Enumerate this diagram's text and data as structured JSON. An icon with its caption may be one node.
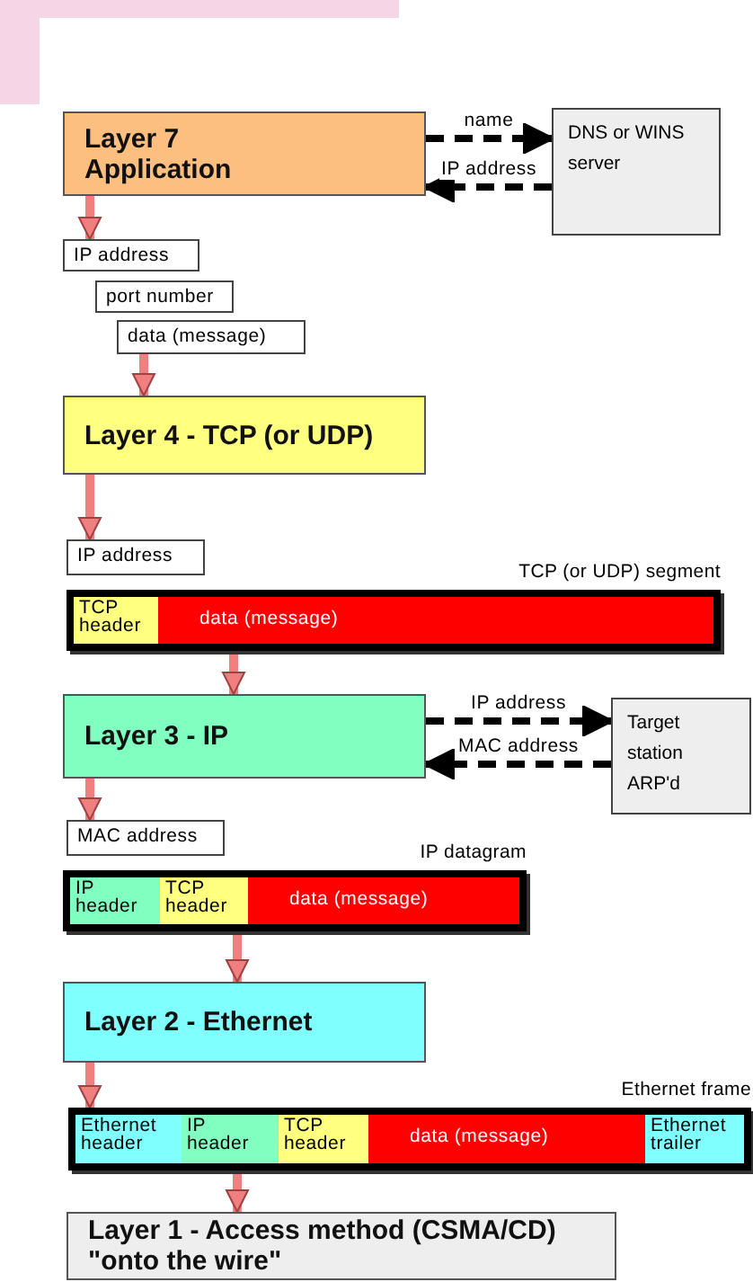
{
  "diagram": {
    "nodes": [
      {
        "text": [
          "Layer 7 Application"
        ]
      },
      {
        "text": [
          "DNS or WINS server"
        ]
      },
      {
        "text": [
          "IP address"
        ]
      },
      {
        "text": [
          "port number"
        ]
      },
      {
        "text": [
          "data (message)"
        ]
      },
      {
        "text": [
          "Layer 4 - TCP (or UDP)"
        ]
      },
      {
        "text": [
          "IP address"
        ]
      },
      {
        "text": [],
        "shape": "bar",
        "beside": [
          "TCP (or UDP) segment"
        ]
      },
      {
        "text": [
          "TCP header"
        ],
        "in": 7
      },
      {
        "text": [
          "data (message)"
        ],
        "in": 7
      },
      {
        "text": [
          "Layer 3 - IP"
        ]
      },
      {
        "text": [
          "Target station ARP'd"
        ]
      },
      {
        "text": [
          "MAC address"
        ]
      },
      {
        "text": [],
        "shape": "bar",
        "beside": [
          "IP datagram"
        ]
      },
      {
        "text": [
          "IP header"
        ],
        "in": 13
      },
      {
        "text": [
          "TCP header"
        ],
        "in": 13
      },
      {
        "text": [
          "data (message)"
        ],
        "in": 13
      },
      {
        "text": [
          "Layer 2 - Ethernet"
        ]
      },
      {
        "text": [],
        "shape": "bar",
        "beside": [
          "Ethernet frame"
        ]
      },
      {
        "text": [
          "Ethernet header"
        ],
        "in": 18
      },
      {
        "text": [
          "IP header"
        ],
        "in": 18
      },
      {
        "text": [
          "TCP header"
        ],
        "in": 18
      },
      {
        "text": [
          "data (message)"
        ],
        "in": 18
      },
      {
        "text": [
          "Ethernet trailer"
        ],
        "in": 18
      },
      {
        "text": [
          "Layer 1 - Access method (CSMA/CD)",
          "\"onto the wire\""
        ]
      }
    ],
    "edges": [
      {
        "from": 0,
        "to": 1,
        "arrow": "to",
        "label": "name",
        "style": "dashed",
        "color": "#000000"
      },
      {
        "from": 1,
        "to": 0,
        "arrow": "to",
        "label": "IP address",
        "style": "dashed",
        "color": "#000000"
      },
      {
        "from": 0,
        "to": 2,
        "arrow": "to"
      },
      {
        "from": 4,
        "to": 5,
        "arrow": "to"
      },
      {
        "from": 5,
        "to": 6,
        "arrow": "to"
      },
      {
        "from": 7,
        "to": 10,
        "arrow": "to"
      },
      {
        "from": 10,
        "to": 11,
        "arrow": "to",
        "label": "IP address",
        "style": "dashed",
        "color": "#000000"
      },
      {
        "from": 11,
        "to": 10,
        "arrow": "to",
        "label": "MAC address",
        "style": "dashed",
        "color": "#000000"
      },
      {
        "from": 10,
        "to": 12,
        "arrow": "to"
      },
      {
        "from": 13,
        "to": 17,
        "arrow": "to"
      },
      {
        "from": 17,
        "to": 18,
        "arrow": "to"
      },
      {
        "from": 18,
        "to": 24,
        "arrow": "to"
      }
    ]
  }
}
